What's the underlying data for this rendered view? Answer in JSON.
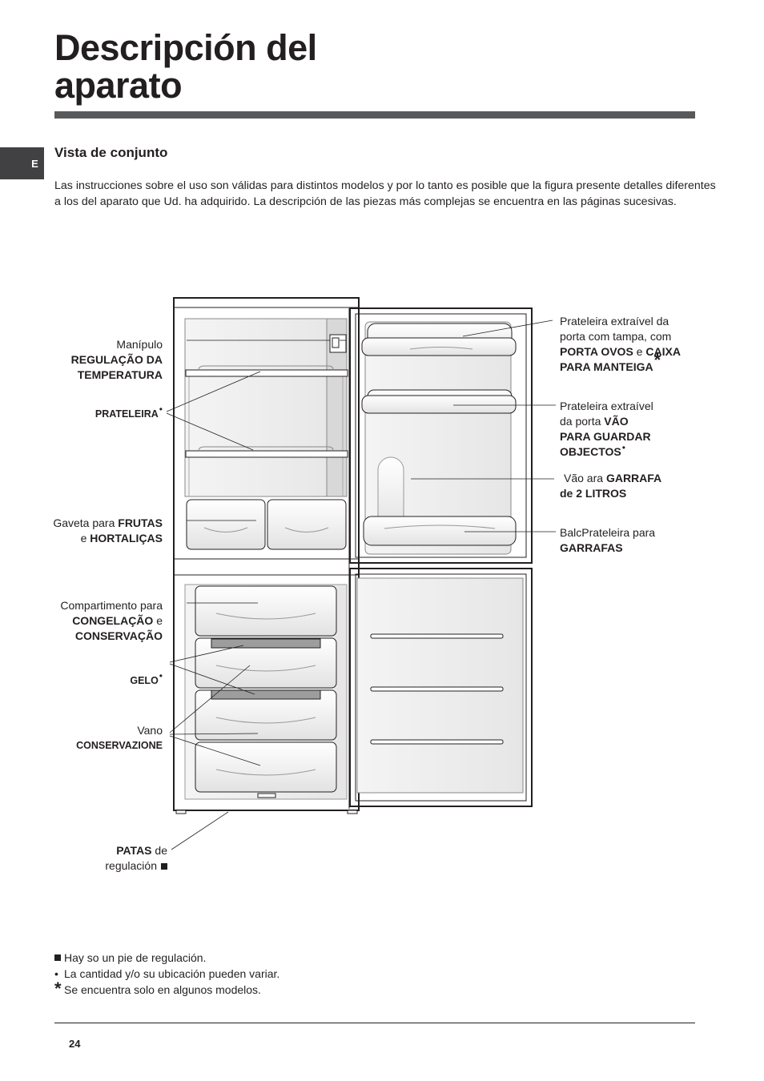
{
  "header": {
    "title_line1": "Descripción del",
    "title_line2": "aparato",
    "language_tab": "E"
  },
  "section": {
    "title": "Vista de conjunto",
    "intro": "Las instrucciones sobre el uso son válidas para distintos modelos y por lo tanto es posible que la figura presente detalles diferentes a los del aparato que Ud. ha adquirido. La descripción de las piezas más complejas se encuentra en las páginas sucesivas."
  },
  "labels": {
    "temp_control": {
      "l1": "Manípulo",
      "l2": "REGULAÇÃO DA",
      "l3": "TEMPERATURA"
    },
    "shelf": {
      "text": "PRATELEIRA",
      "mark": "•"
    },
    "crisper": {
      "a": "Gaveta para ",
      "b": "FRUTAS",
      "c": "e ",
      "d": "HORTALIÇAS"
    },
    "freezer": {
      "l1": "Compartimento para",
      "l2a": "CONGELAÇÃO",
      "l2b": " e",
      "l3": "CONSERVAÇÃO"
    },
    "ice": {
      "text": "GELO",
      "mark": "•"
    },
    "storage": {
      "l1": "Vano",
      "l2": "CONSERVAZIONE"
    },
    "feet": {
      "a": "PATAS",
      "b": " de",
      "c": "regulación"
    },
    "door_shelf_lid": {
      "l1": "Prateleira extraível da",
      "l2": "porta com tampa, com",
      "l3a": "PORTA OVOS",
      "l3b": " e ",
      "l3c": "CAIXA",
      "l4": "PARA MANTEIGA",
      "mark": "*"
    },
    "door_shelf_objects": {
      "l1": "Prateleira extraível",
      "l2a": "da porta ",
      "l2b": "VÃO",
      "l3": "PARA GUARDAR",
      "l4": "OBJECTOS",
      "mark": "•"
    },
    "bottle_space": {
      "a": "Vão ara ",
      "b": "GARRAFA",
      "c": "de 2 LITROS"
    },
    "bottle_shelf": {
      "a": "BalcPrateleira para",
      "b": "GARRAFAS"
    }
  },
  "notes": [
    {
      "marker": "square",
      "text": "Hay so un pie de regulación."
    },
    {
      "marker": "•",
      "text": "La cantidad y/o su ubicación pueden variar."
    },
    {
      "marker": "*",
      "text": "Se encuentra solo en algunos modelos."
    }
  ],
  "footer": {
    "page_number": "24"
  },
  "colors": {
    "title_bar": "#58595b",
    "tab_bg": "#414042",
    "text": "#231f20"
  }
}
